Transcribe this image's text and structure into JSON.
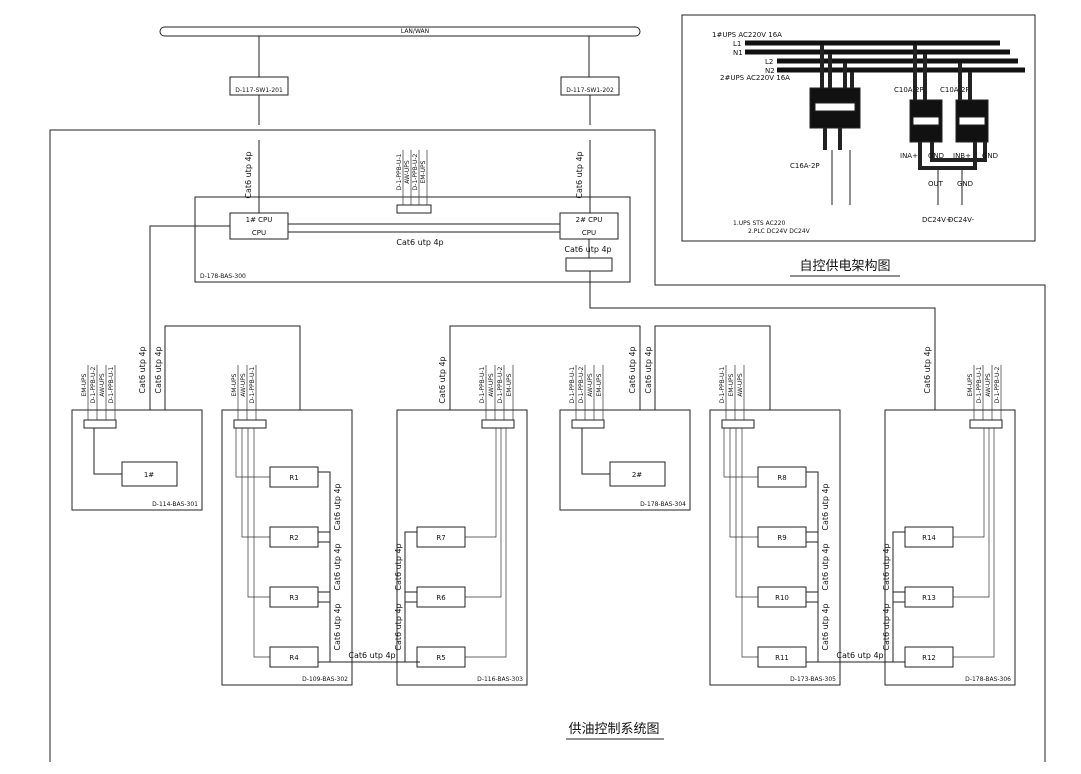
{
  "network_bus_label": "LAN/WAN",
  "switches_top": [
    {
      "id": "D-117-SW1-201"
    },
    {
      "id": "D-117-SW1-202"
    }
  ],
  "cable": "Cat6 utp 4p",
  "main_cabinet": {
    "id": "D-178-BAS-300",
    "cpu1": "1# CPU",
    "cpu2": "2# CPU",
    "cpu_sub": "CPU",
    "feed": [
      "D-1-PPB-U-1",
      "AW-UPS",
      "D-1-PPB-U-2",
      "EM-UPS"
    ]
  },
  "cabinets": [
    {
      "id": "D-114-BAS-301",
      "main": "1#",
      "feeds": [
        "EM-UPS",
        "D-1-PPB-U-2",
        "AW-UPS",
        "D-1-PPB-U-1"
      ]
    },
    {
      "id": "D-109-BAS-302",
      "rs": [
        "R1",
        "R2",
        "R3",
        "R4"
      ],
      "feeds": [
        "EM-UPS",
        "AW-UPS",
        "D-1-PPB-U-1"
      ]
    },
    {
      "id": "D-116-BAS-303",
      "rs": [
        "R7",
        "R6",
        "R5"
      ],
      "feeds": [
        "D-1-PPB-U-1",
        "AW-UPS",
        "D-1-PPB-U-2",
        "EM-UPS"
      ]
    },
    {
      "id": "D-178-BAS-304",
      "main": "2#",
      "feeds": [
        "D-1-PPB-U-1",
        "D-1-PPB-U-2",
        "AW-UPS",
        "EM-UPS"
      ]
    },
    {
      "id": "D-173-BAS-305",
      "rs": [
        "R8",
        "R9",
        "R10",
        "R11"
      ],
      "feeds": [
        "D-1-PPB-U-1",
        "EM-UPS",
        "AW-UPS"
      ]
    },
    {
      "id": "D-178-BAS-306",
      "rs": [
        "R14",
        "R13",
        "R12"
      ],
      "feeds": [
        "EM-UPS",
        "D-1-PPB-U-1",
        "AW-UPS",
        "D-1-PPB-U-2"
      ]
    }
  ],
  "power": {
    "title": "自控供电架构图",
    "ups1": "1#UPS AC220V 16A",
    "ups2": "2#UPS AC220V 16A",
    "lines": [
      "L1",
      "N1",
      "L2",
      "N2"
    ],
    "c16": "C16A-2P",
    "c10a": "C10A-2P",
    "c10b": "C10A-2P",
    "ina": "INA+",
    "inb": "INB+",
    "gnd": "GND",
    "out": "OUT",
    "dc_pos": "DC24V+",
    "dc_neg": "DC24V-",
    "note1": "1.UPS STS AC220",
    "note2": "2.PLC DC24V DC24V"
  },
  "main_title": "供油控制系统图"
}
